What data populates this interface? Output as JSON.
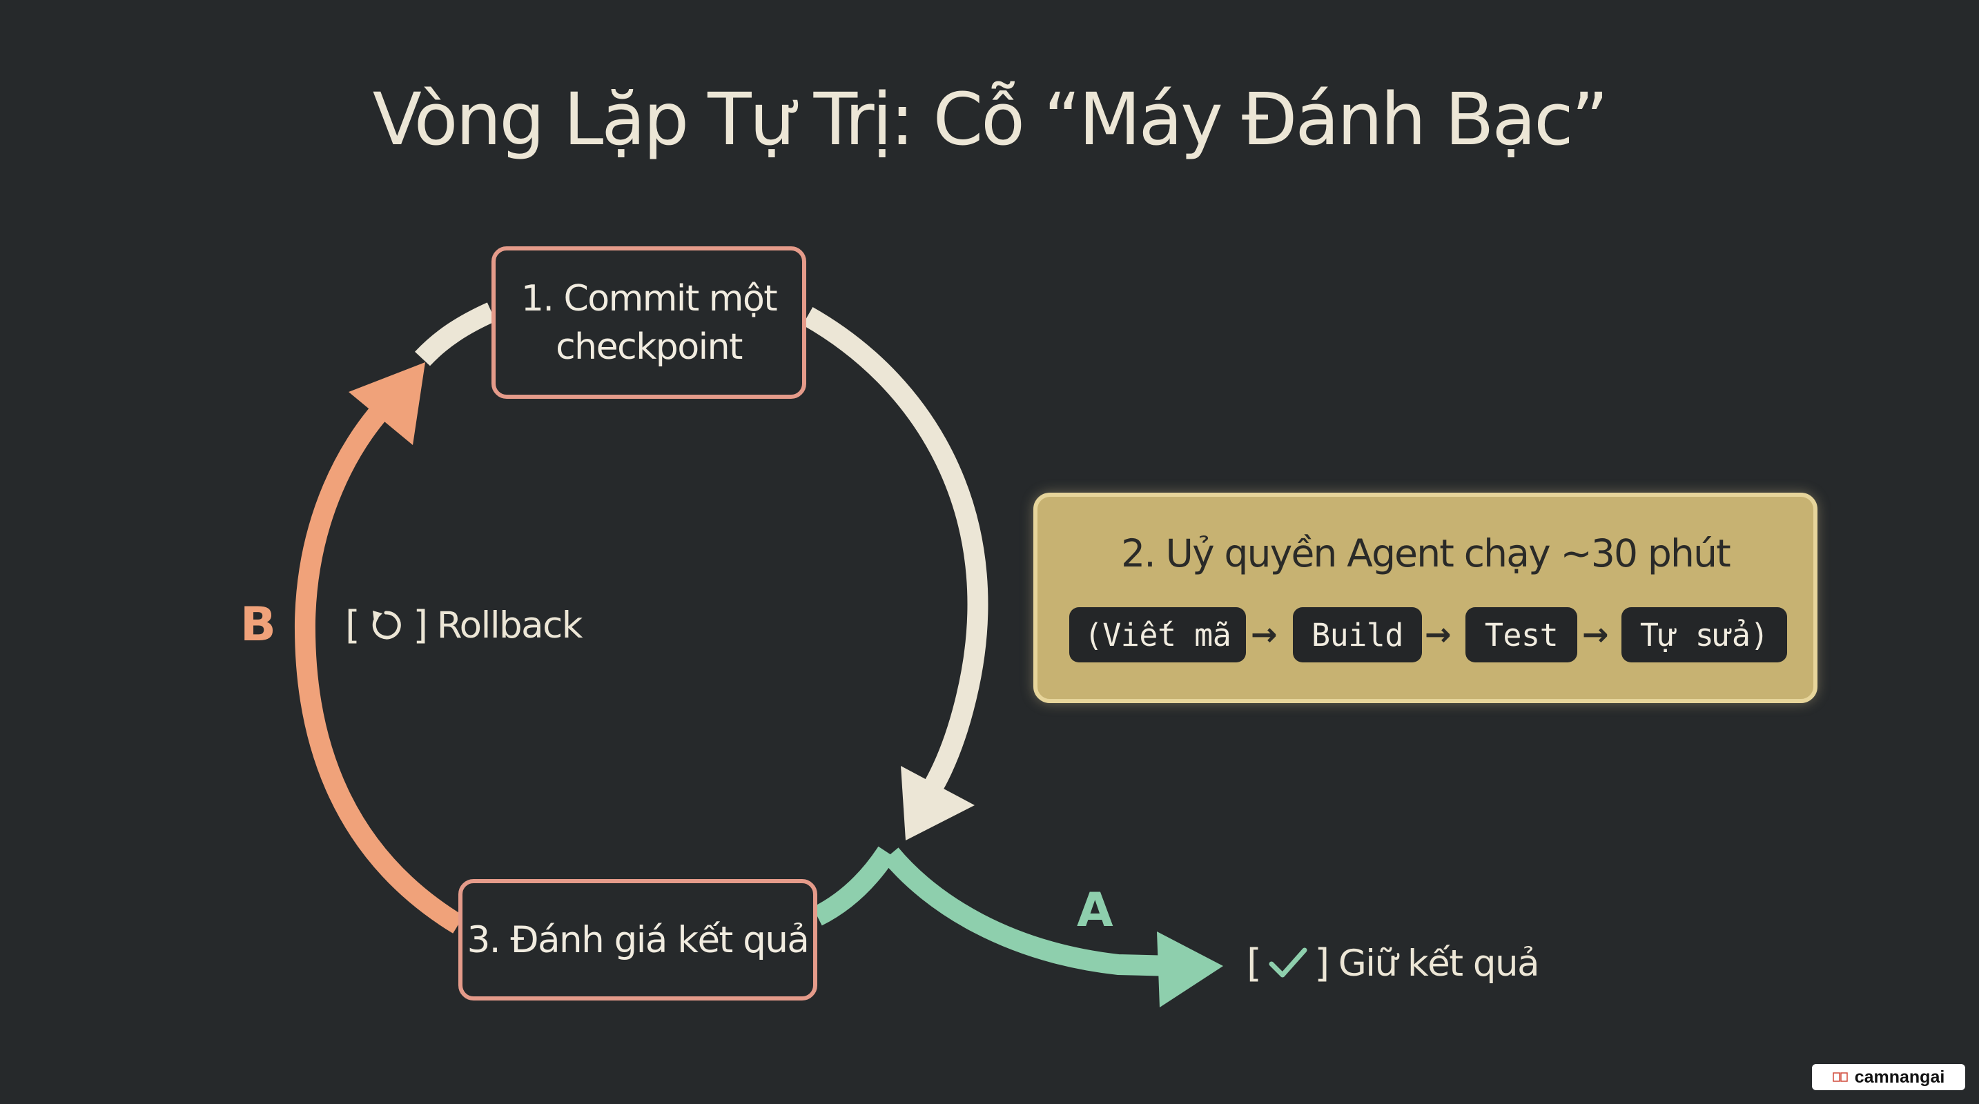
{
  "title": "Vòng Lặp Tự Trị: Cỗ “Máy Đánh Bạc”",
  "steps": {
    "commit": {
      "line1": "1. Commit một",
      "line2": "checkpoint"
    },
    "delegate": {
      "heading": "2. Uỷ quyền Agent chạy ~30 phút",
      "chips": [
        "(Viết mã",
        "Build",
        "Test",
        "Tự sửa)"
      ],
      "chip_arrow": "→"
    },
    "evaluate": {
      "label": "3. Đánh giá kết quả"
    }
  },
  "branches": {
    "a": {
      "letter": "A",
      "bracket_open": "[",
      "icon": "check-icon",
      "bracket_close": "]",
      "text": "Giữ kết quả",
      "color": "#8ecfad"
    },
    "b": {
      "letter": "B",
      "bracket_open": "[",
      "icon": "undo-icon",
      "bracket_close": "]",
      "text": "Rollback",
      "color": "#f0a27a"
    }
  },
  "colors": {
    "background": "#26292b",
    "loop_arrow": "#ece6d6",
    "node_border": "#e59b8a",
    "agent_box": "#c7b272"
  },
  "watermark": {
    "text": "camnangai"
  }
}
